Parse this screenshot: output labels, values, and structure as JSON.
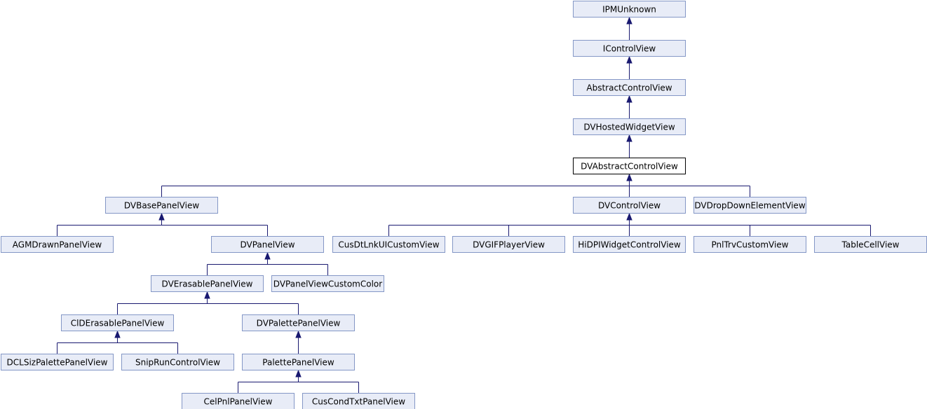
{
  "colors": {
    "node_fill": "#e8ecf7",
    "node_fill_focus": "#ffffff",
    "node_border": "#8497c6",
    "node_border_focus": "#000000",
    "edge": "#191970"
  },
  "nodes": [
    {
      "id": "ipmunknown",
      "label": "IPMUnknown",
      "interactable": true
    },
    {
      "id": "icontrolview",
      "label": "IControlView",
      "interactable": true
    },
    {
      "id": "abstractcontrolview",
      "label": "AbstractControlView",
      "interactable": true
    },
    {
      "id": "dvhostedwidgetview",
      "label": "DVHostedWidgetView",
      "interactable": true
    },
    {
      "id": "dvabstractcontrolview",
      "label": "DVAbstractControlView",
      "interactable": false,
      "focus": true
    },
    {
      "id": "dvbasepanelview",
      "label": "DVBasePanelView",
      "interactable": true
    },
    {
      "id": "dvcontrolview",
      "label": "DVControlView",
      "interactable": true
    },
    {
      "id": "dvdropdownelementview",
      "label": "DVDropDownElementView",
      "interactable": true
    },
    {
      "id": "agmdrawnpanelview",
      "label": "AGMDrawnPanelView",
      "interactable": true
    },
    {
      "id": "dvpanelview",
      "label": "DVPanelView",
      "interactable": true
    },
    {
      "id": "cusdtlnkuicustomview",
      "label": "CusDtLnkUICustomView",
      "interactable": true
    },
    {
      "id": "dvgifplayerview",
      "label": "DVGIFPlayerView",
      "interactable": true
    },
    {
      "id": "hidpiwidgetcontrolview",
      "label": "HiDPIWidgetControlView",
      "interactable": true
    },
    {
      "id": "pnltrvcustomview",
      "label": "PnlTrvCustomView",
      "interactable": true
    },
    {
      "id": "tablecellview",
      "label": "TableCellView",
      "interactable": true
    },
    {
      "id": "dverasablepanelview",
      "label": "DVErasablePanelView",
      "interactable": true
    },
    {
      "id": "dvpanelviewcustomcolor",
      "label": "DVPanelViewCustomColor",
      "interactable": true
    },
    {
      "id": "clderasablepanelview",
      "label": "ClDErasablePanelView",
      "interactable": true
    },
    {
      "id": "dvpalettepanelview",
      "label": "DVPalettePanelView",
      "interactable": true
    },
    {
      "id": "dclsizpalettepanelview",
      "label": "DCLSizPalettePanelView",
      "interactable": true
    },
    {
      "id": "sniprunccontrolview",
      "label": "SnipRunControlView",
      "interactable": true
    },
    {
      "id": "palettepanelview",
      "label": "PalettePanelView",
      "interactable": true
    },
    {
      "id": "celpnlpanelview",
      "label": "CelPnlPanelView",
      "interactable": true
    },
    {
      "id": "cuscondtxtpanelview",
      "label": "CusCondTxtPanelView",
      "interactable": true
    }
  ],
  "edges": [
    {
      "from": "icontrolview",
      "to": "ipmunknown"
    },
    {
      "from": "abstractcontrolview",
      "to": "icontrolview"
    },
    {
      "from": "dvhostedwidgetview",
      "to": "abstractcontrolview"
    },
    {
      "from": "dvabstractcontrolview",
      "to": "dvhostedwidgetview"
    },
    {
      "from": "dvbasepanelview",
      "to": "dvabstractcontrolview"
    },
    {
      "from": "dvcontrolview",
      "to": "dvabstractcontrolview"
    },
    {
      "from": "dvdropdownelementview",
      "to": "dvabstractcontrolview"
    },
    {
      "from": "agmdrawnpanelview",
      "to": "dvbasepanelview"
    },
    {
      "from": "dvpanelview",
      "to": "dvbasepanelview"
    },
    {
      "from": "cusdtlnkuicustomview",
      "to": "dvcontrolview"
    },
    {
      "from": "dvgifplayerview",
      "to": "dvcontrolview"
    },
    {
      "from": "hidpiwidgetcontrolview",
      "to": "dvcontrolview"
    },
    {
      "from": "pnltrvcustomview",
      "to": "dvcontrolview"
    },
    {
      "from": "tablecellview",
      "to": "dvcontrolview"
    },
    {
      "from": "dverasablepanelview",
      "to": "dvpanelview"
    },
    {
      "from": "dvpanelviewcustomcolor",
      "to": "dvpanelview"
    },
    {
      "from": "clderasablepanelview",
      "to": "dverasablepanelview"
    },
    {
      "from": "dvpalettepanelview",
      "to": "dverasablepanelview"
    },
    {
      "from": "dclsizpalettepanelview",
      "to": "clderasablepanelview"
    },
    {
      "from": "sniprunccontrolview",
      "to": "clderasablepanelview"
    },
    {
      "from": "palettepanelview",
      "to": "dvpalettepanelview"
    },
    {
      "from": "celpnlpanelview",
      "to": "palettepanelview"
    },
    {
      "from": "cuscondtxtpanelview",
      "to": "palettepanelview"
    }
  ]
}
